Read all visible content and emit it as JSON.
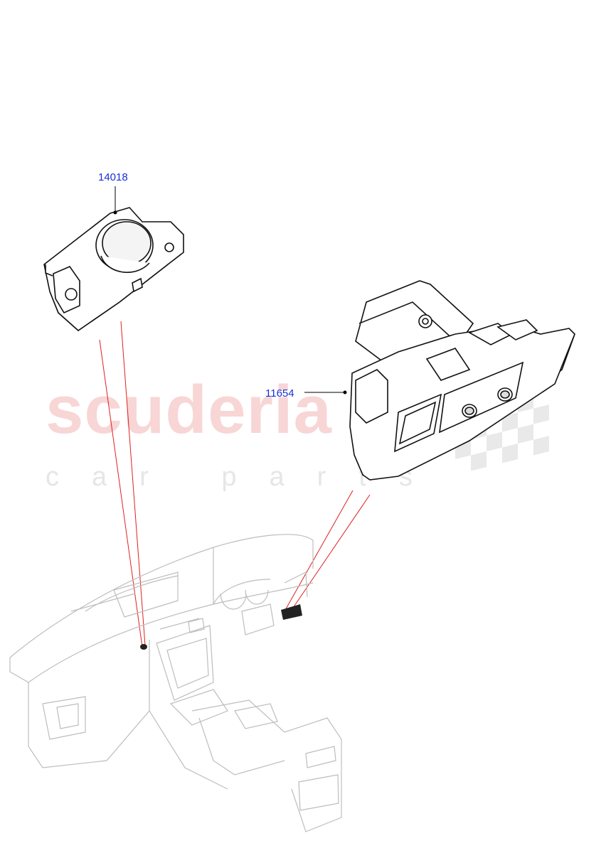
{
  "watermark": {
    "main": "scuderia",
    "sub": "car parts"
  },
  "callouts": [
    {
      "id": "part-14018",
      "label": "14018"
    },
    {
      "id": "part-11654",
      "label": "11654"
    }
  ],
  "colors": {
    "callout_text": "#1a2fd6",
    "leader_line": "#000000",
    "locator_line": "#e02020",
    "watermark_main": "#f8d6d6",
    "watermark_sub": "#e6e6e6"
  }
}
